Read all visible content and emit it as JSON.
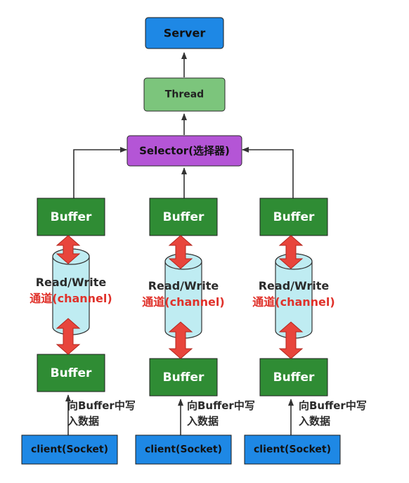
{
  "server": {
    "label": "Server"
  },
  "thread": {
    "label": "Thread"
  },
  "selector": {
    "label": "Selector(选择器)"
  },
  "columns": [
    {
      "buffer_top": "Buffer",
      "channel_line1": "Read/Write",
      "channel_line2": "通道(channel)",
      "buffer_bottom": "Buffer",
      "write_note_line1": "向Buffer中写",
      "write_note_line2": "入数据",
      "client": "client(Socket)"
    },
    {
      "buffer_top": "Buffer",
      "channel_line1": "Read/Write",
      "channel_line2": "通道(channel)",
      "buffer_bottom": "Buffer",
      "write_note_line1": "向Buffer中写",
      "write_note_line2": "入数据",
      "client": "client(Socket)"
    },
    {
      "buffer_top": "Buffer",
      "channel_line1": "Read/Write",
      "channel_line2": "通道(channel)",
      "buffer_bottom": "Buffer",
      "write_note_line1": "向Buffer中写",
      "write_note_line2": "入数据",
      "client": "client(Socket)"
    }
  ],
  "colors": {
    "blue": "#1e88e5",
    "light_green": "#7cc57c",
    "purple": "#b455d6",
    "dark_green": "#2f8c34",
    "cylinder": "#bfecf2",
    "red_arrow": "#e8453c",
    "connector": "#333333"
  }
}
